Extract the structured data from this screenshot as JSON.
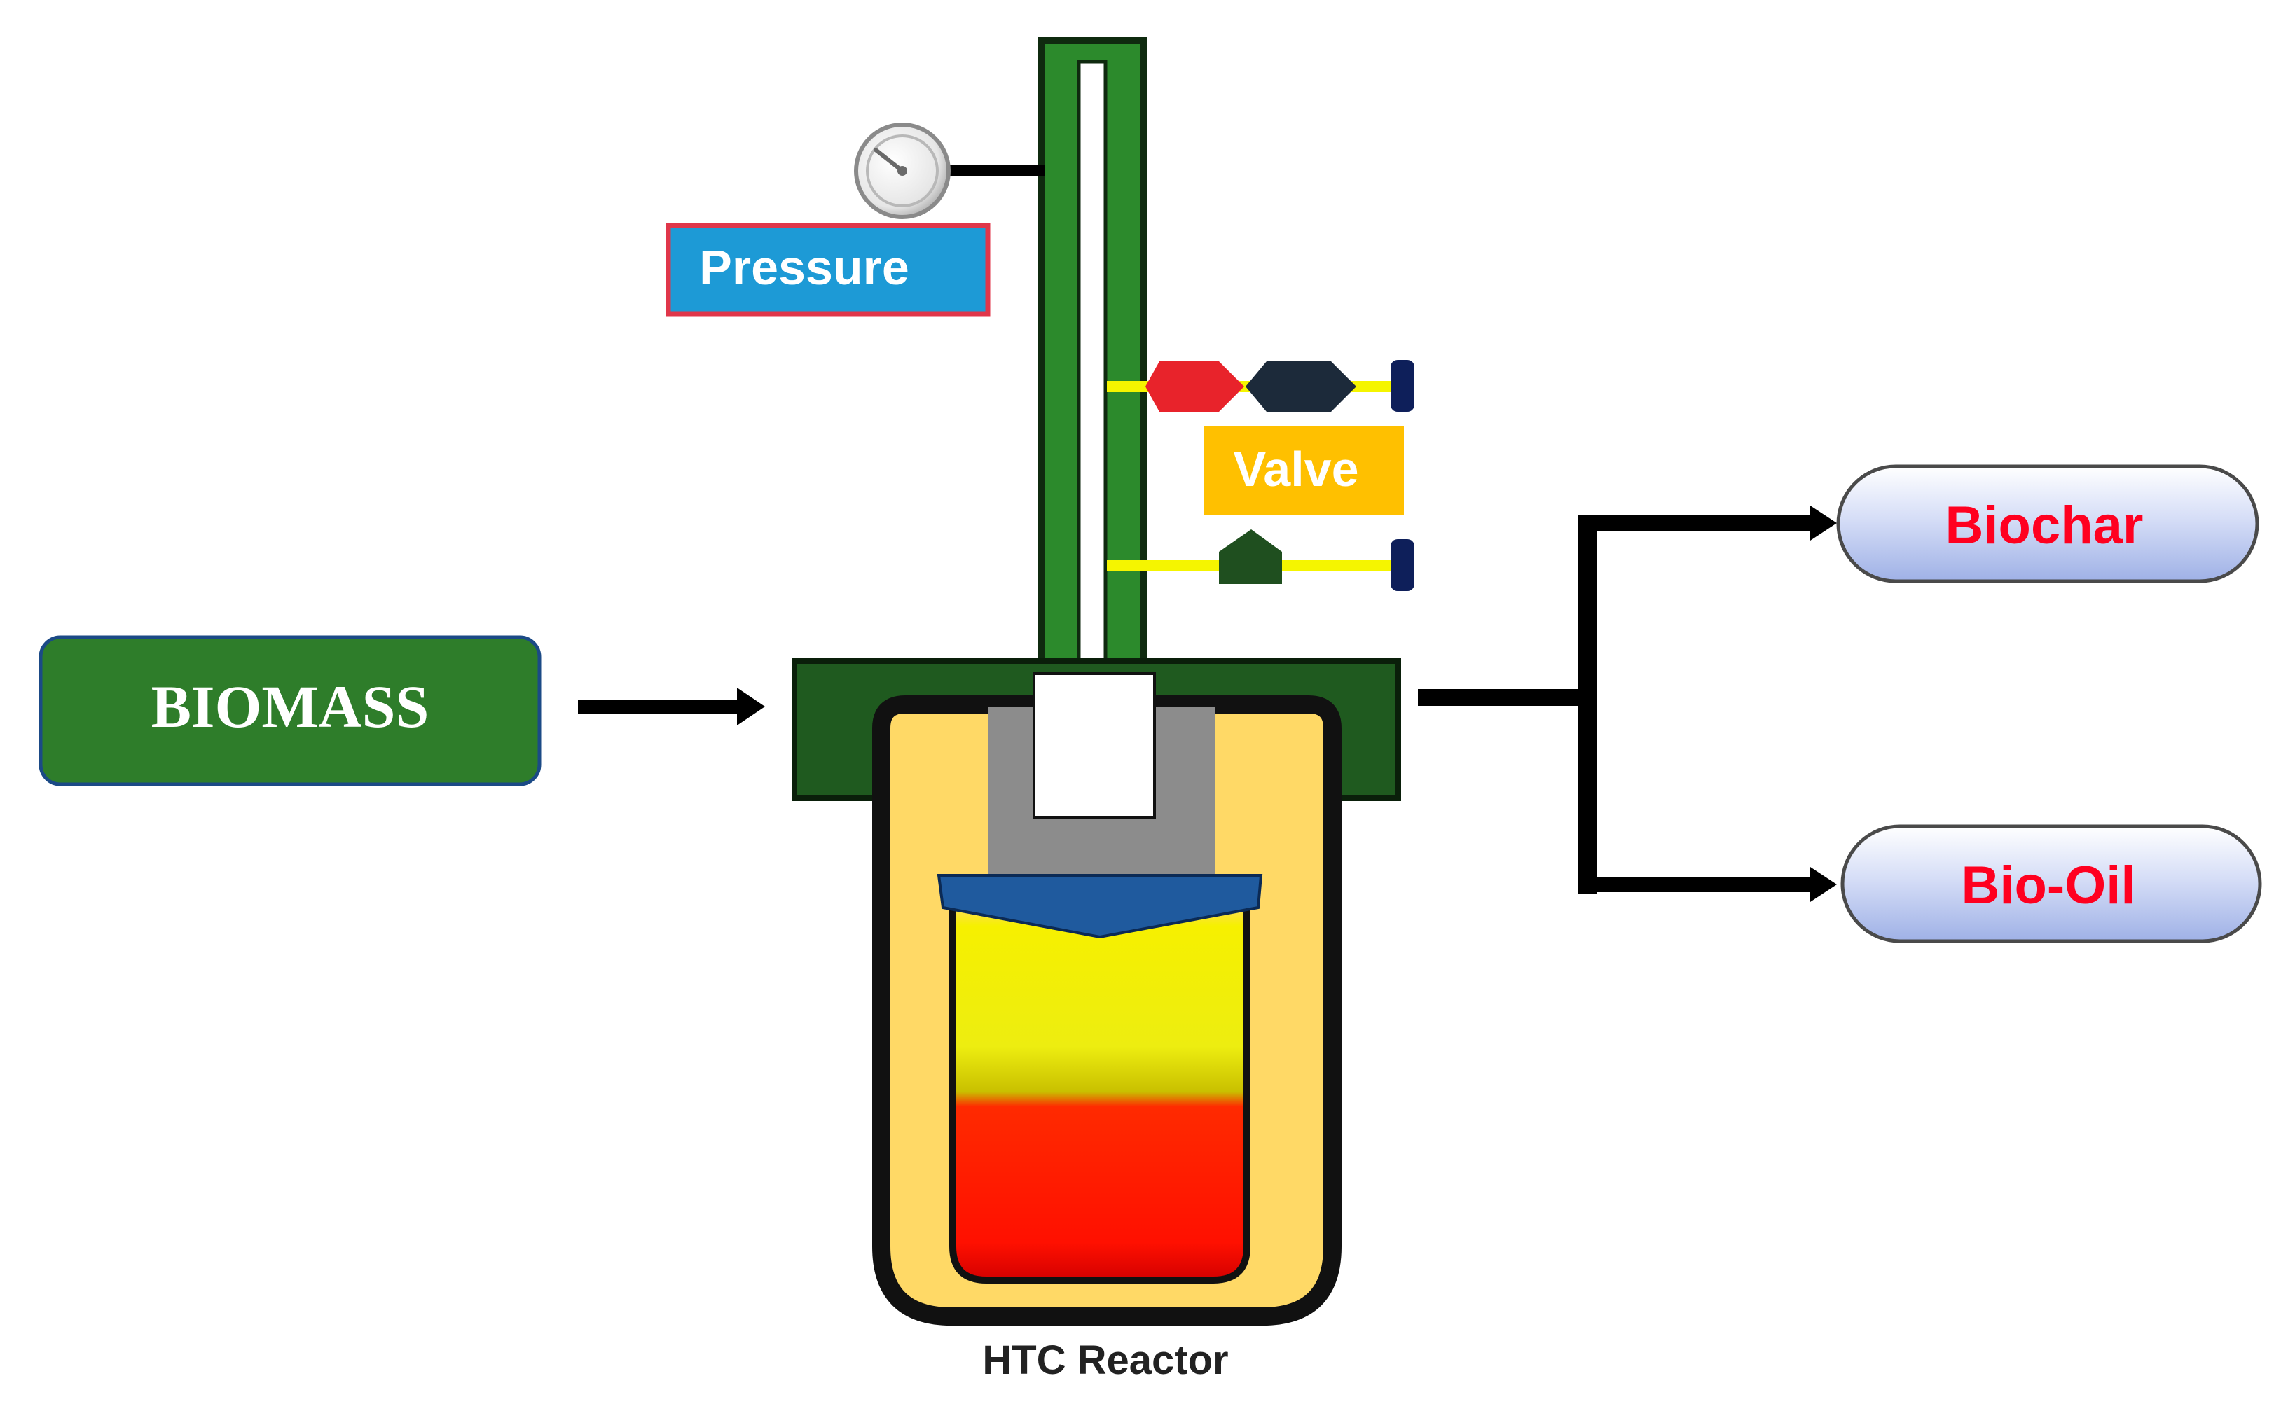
{
  "labels": {
    "biomass": "BIOMASS",
    "pressure": "Pressure",
    "valve": "Valve",
    "biochar": "Biochar",
    "bio_oil": "Bio-Oil",
    "reactor": "HTC Reactor"
  },
  "icons": {
    "gauge": "pressure-gauge-icon",
    "valve_top": "valve-top-icon",
    "valve_bottom": "valve-bottom-icon"
  },
  "colors": {
    "biomass_box": "#2e7d2a",
    "pressure_box": "#1d9ad6",
    "pressure_border": "#e0364a",
    "valve_box": "#ffc000",
    "product_text": "#ff0020",
    "product_fill": "#bcc9ef",
    "stem_green": "#2c8a2c",
    "lid_green": "#1f5a1f",
    "reactor_outer": "#ffd966",
    "insert_gray": "#8c8c8c",
    "blue_lid": "#1f5a9e",
    "liquid_yellow": "#f2ef10",
    "liquid_red": "#ff1a00",
    "pipe_yellow": "#f5f500",
    "valve_red": "#e8232b",
    "valve_dark": "#1c2a3a",
    "valve_green": "#1f4f1f",
    "cap_navy": "#0e1f5a"
  }
}
